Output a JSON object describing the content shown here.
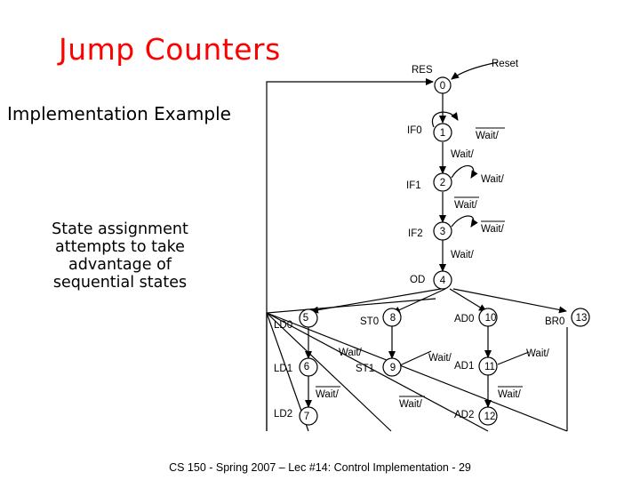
{
  "slide": {
    "title": "Jump Counters",
    "subtitle": "Implementation Example",
    "note_lines": [
      "State assignment",
      "attempts to take",
      "advantage of",
      "sequential states"
    ],
    "footer": "CS 150 - Spring 2007 – Lec #14: Control Implementation - 29"
  },
  "diagram": {
    "states": [
      "0",
      "1",
      "2",
      "3",
      "4",
      "5",
      "6",
      "7",
      "8",
      "9",
      "10",
      "11",
      "12",
      "13"
    ],
    "state_names": [
      "RES",
      "IF0",
      "IF1",
      "IF2",
      "OD",
      "LD0",
      "LD1",
      "LD2",
      "ST0",
      "ST1",
      "AD0",
      "AD1",
      "AD2",
      "BR0"
    ],
    "reset_label": "Reset",
    "transition_labels": {
      "s1_self": "Wait/",
      "s1_to_s2": "Wait/",
      "s2_self": "Wait/",
      "s2_to_s3": "Wait/",
      "s3_self": "Wait/",
      "s3_to_s4": "Wait/",
      "s5_6": "Wait/",
      "s6_7": "Wait/",
      "s9_out": "Wait/",
      "s9_down": "Wait/",
      "s11_out": "Wait/",
      "s12_in": "Wait/"
    }
  }
}
